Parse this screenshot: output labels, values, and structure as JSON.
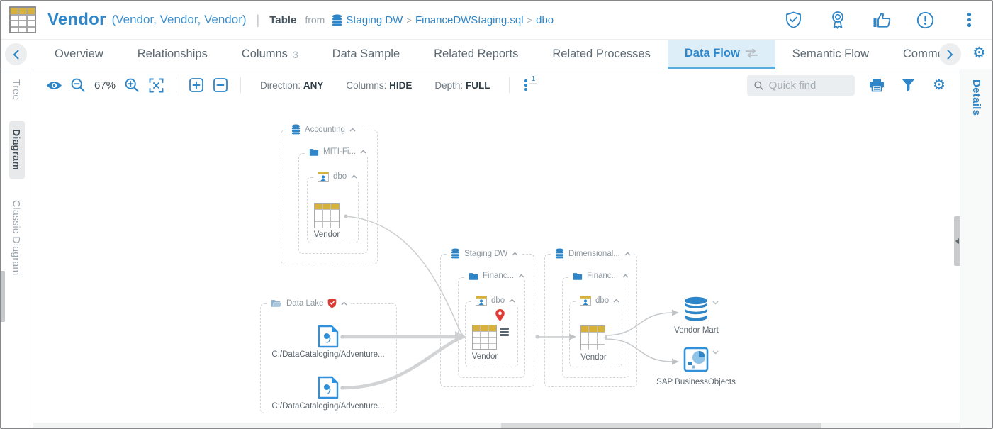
{
  "header": {
    "title": "Vendor",
    "aliases": "(Vendor, Vendor, Vendor)",
    "object_type": "Table",
    "from_label": "from",
    "breadcrumb": {
      "sep": ">",
      "items": [
        "Staging DW",
        "FinanceDWStaging.sql",
        "dbo"
      ]
    },
    "action_icons": [
      "shield-check-icon",
      "certification-icon",
      "thumbs-up-icon",
      "alert-icon",
      "more-icon"
    ]
  },
  "tabbar": {
    "items": [
      {
        "label": "Overview"
      },
      {
        "label": "Relationships"
      },
      {
        "label": "Columns",
        "badge": "3"
      },
      {
        "label": "Data Sample"
      },
      {
        "label": "Related Reports"
      },
      {
        "label": "Related Processes"
      },
      {
        "label": "Data Flow",
        "active": true,
        "icon": "exchange-icon"
      },
      {
        "label": "Semantic Flow"
      },
      {
        "label": "Comme"
      }
    ]
  },
  "left_panel": {
    "tabs": [
      {
        "label": "Tree"
      },
      {
        "label": "Diagram",
        "active": true
      },
      {
        "label": "Classic Diagram"
      }
    ]
  },
  "right_panel": {
    "tab": "Details"
  },
  "toolbar": {
    "zoom_level": "67%",
    "settings": [
      {
        "label": "Direction:",
        "value": "ANY"
      },
      {
        "label": "Columns:",
        "value": "HIDE"
      },
      {
        "label": "Depth:",
        "value": "FULL"
      }
    ],
    "overflow_badge": "1",
    "search_placeholder": "Quick find",
    "icons": [
      "eye-icon",
      "zoom-out-icon",
      "zoom-in-icon",
      "fit-screen-icon",
      "expand-all-icon",
      "collapse-all-icon",
      "more-icon",
      "print-icon",
      "filter-icon",
      "settings-icon"
    ]
  },
  "diagram": {
    "containers": {
      "accounting": {
        "label": "Accounting",
        "icon": "database-icon",
        "folder": {
          "label": "MITI-Fi...",
          "icon": "folder-icon"
        },
        "schema": {
          "label": "dbo",
          "icon": "schema-icon"
        },
        "table": {
          "label": "Vendor",
          "icon": "table-icon"
        }
      },
      "data_lake": {
        "label": "Data Lake",
        "icon": "open-folder-icon",
        "badge_icon": "security-shield-icon",
        "files": [
          {
            "label": "C:/DataCataloging/Adventure...",
            "icon": "csv-file-icon"
          },
          {
            "label": "C:/DataCataloging/Adventure...",
            "icon": "csv-file-icon"
          }
        ]
      },
      "staging_dw": {
        "label": "Staging DW",
        "icon": "database-icon",
        "folder": {
          "label": "Financ...",
          "icon": "folder-icon"
        },
        "schema": {
          "label": "dbo",
          "icon": "schema-icon"
        },
        "table": {
          "label": "Vendor",
          "icon": "table-icon",
          "markers": [
            "location-pin-icon",
            "menu-icon"
          ]
        }
      },
      "dimensional": {
        "label": "Dimensional...",
        "icon": "database-icon",
        "folder": {
          "label": "Financ...",
          "icon": "folder-icon"
        },
        "schema": {
          "label": "dbo",
          "icon": "schema-icon"
        },
        "table": {
          "label": "Vendor",
          "icon": "table-icon"
        }
      }
    },
    "targets": [
      {
        "label": "Vendor Mart",
        "icon": "database-icon"
      },
      {
        "label": "SAP BusinessObjects",
        "icon": "report-icon"
      }
    ]
  },
  "colors": {
    "accent": "#2e86c8",
    "tab_active_bg": "#ddeef9",
    "tab_active_border": "#56aede",
    "alert_red": "#d93a32",
    "gold": "#d6b13c"
  }
}
